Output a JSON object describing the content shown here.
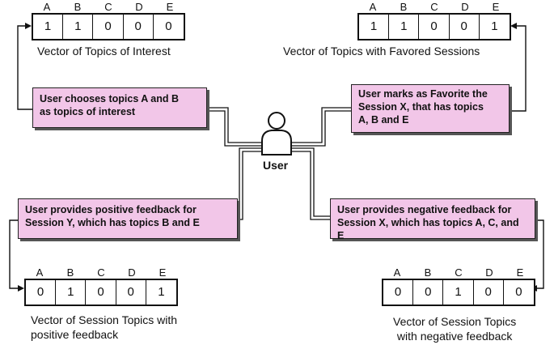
{
  "vectors": {
    "interest": {
      "headers": [
        "A",
        "B",
        "C",
        "D",
        "E"
      ],
      "values": [
        "1",
        "1",
        "0",
        "0",
        "0"
      ],
      "caption": "Vector of Topics of Interest"
    },
    "favored": {
      "headers": [
        "A",
        "B",
        "C",
        "D",
        "E"
      ],
      "values": [
        "1",
        "1",
        "0",
        "0",
        "1"
      ],
      "caption": "Vector of Topics with Favored Sessions"
    },
    "positive": {
      "headers": [
        "A",
        "B",
        "C",
        "D",
        "E"
      ],
      "values": [
        "0",
        "1",
        "0",
        "0",
        "1"
      ],
      "caption_line1": "Vector of Session Topics with",
      "caption_line2": "positive feedback"
    },
    "negative": {
      "headers": [
        "A",
        "B",
        "C",
        "D",
        "E"
      ],
      "values": [
        "0",
        "0",
        "1",
        "0",
        "0"
      ],
      "caption_line1": "Vector of Session Topics",
      "caption_line2": "with negative feedback"
    }
  },
  "boxes": {
    "choose": {
      "line1": "User chooses topics A and B",
      "line2": "as topics of interest"
    },
    "favorite": {
      "line1": "User marks as Favorite the",
      "line2": "Session X, that has topics",
      "line3": "A, B and E"
    },
    "positive": {
      "line1": "User provides positive feedback for",
      "line2": "Session Y, which has topics B and E"
    },
    "negative": {
      "line1": "User provides negative feedback for",
      "line2": "Session X, which has topics A, C, and E"
    }
  },
  "user": {
    "label": "User"
  },
  "colors": {
    "box_fill": "#f2c6e8",
    "line": "#111111"
  }
}
